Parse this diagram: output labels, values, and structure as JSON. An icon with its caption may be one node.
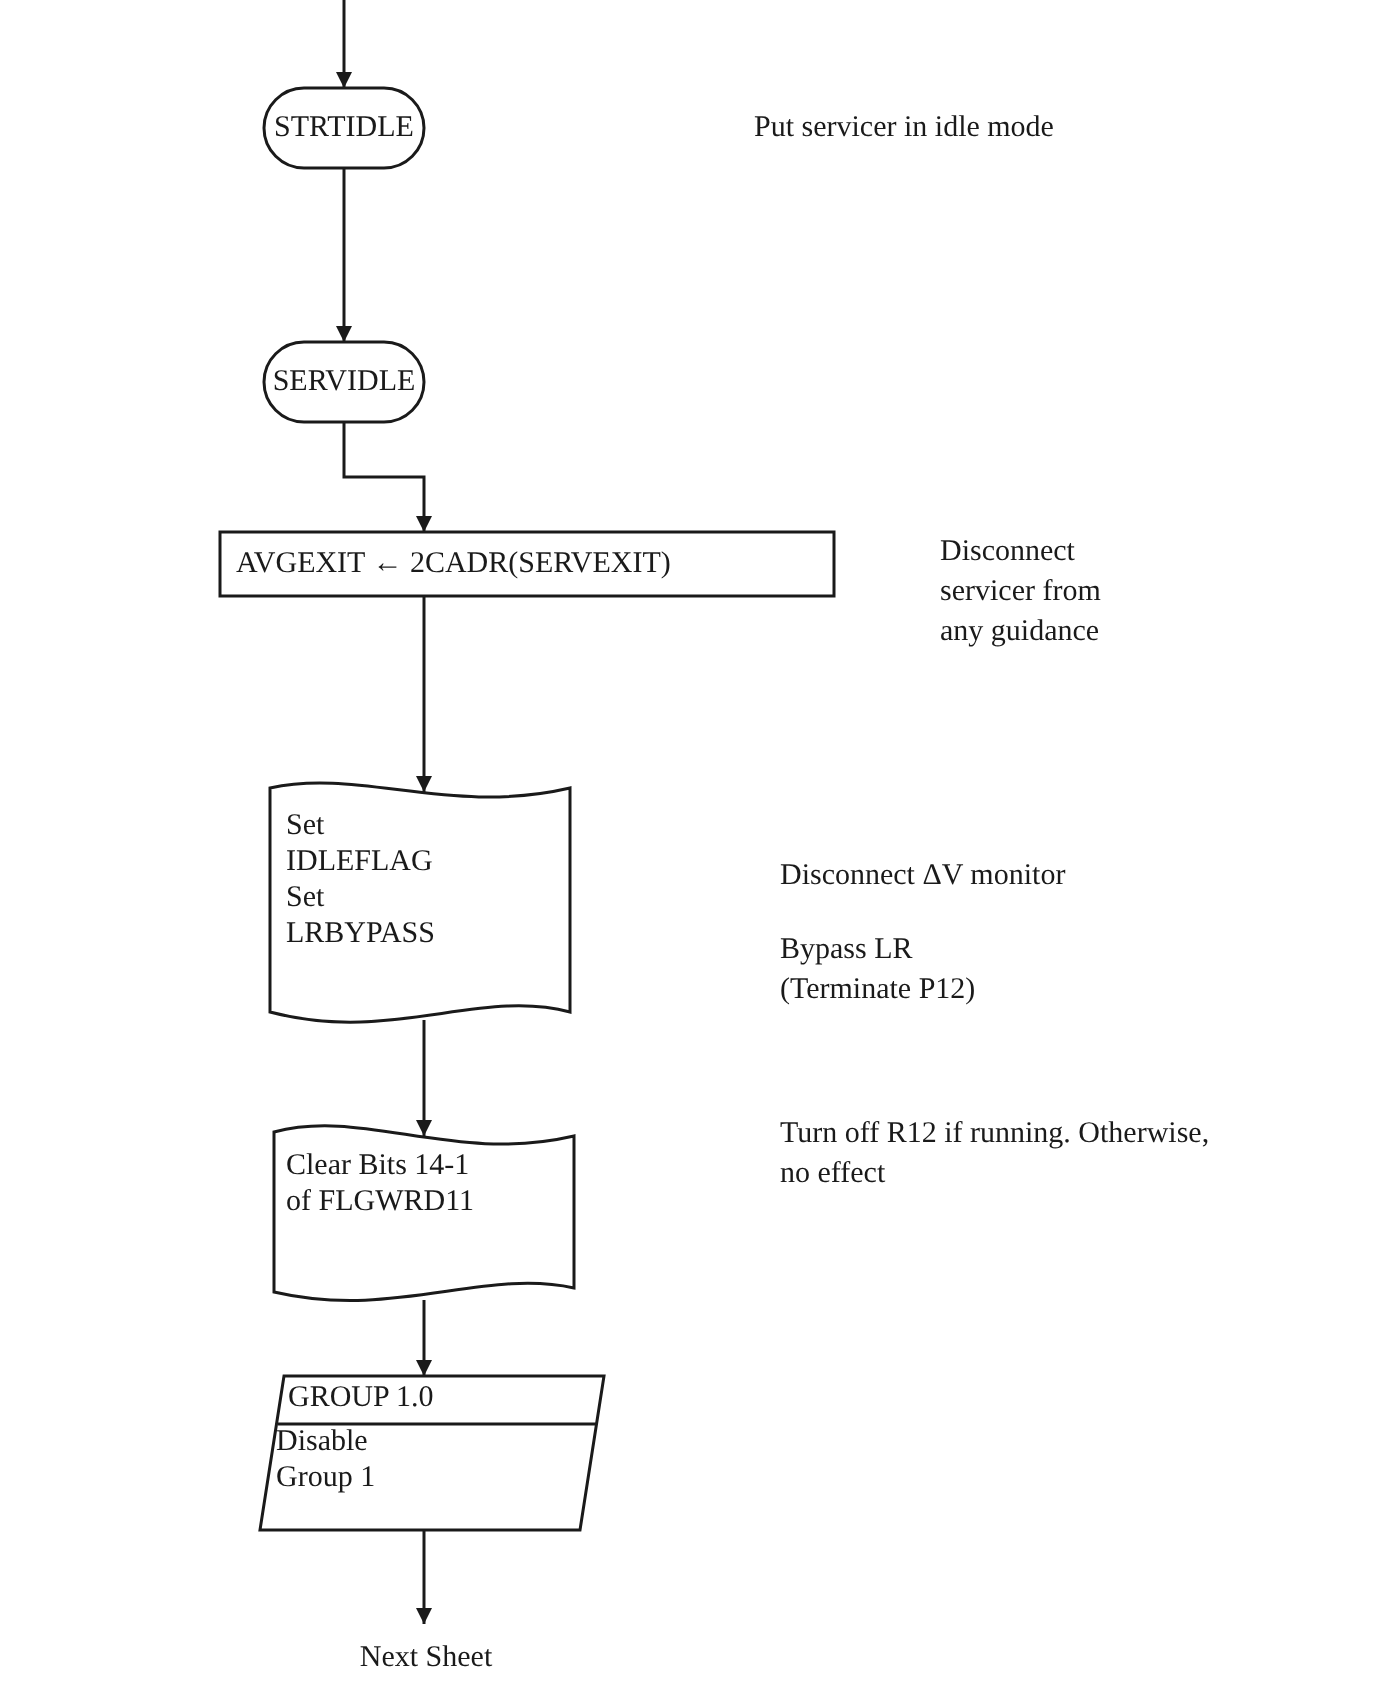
{
  "diagram": {
    "nodes": [
      {
        "text": [
          "STRTIDLE"
        ]
      },
      {
        "text": [
          "SERVIDLE"
        ]
      },
      {
        "text": [
          "AVGEXIT ← 2CADR(SERVEXIT)"
        ]
      },
      {
        "text": [
          "Set IDLEFLAG",
          "Set LRBYPASS"
        ]
      },
      {
        "text": [
          "Clear Bits 14-1 of FLGWRD11"
        ]
      },
      {
        "text": [
          "GROUP 1.0",
          "Disable Group 1"
        ]
      },
      {
        "text": [
          "Next Sheet"
        ]
      }
    ],
    "edges": [
      {
        "from": null,
        "to": 0,
        "arrow": "to"
      },
      {
        "from": 0,
        "to": 1,
        "arrow": "to"
      },
      {
        "from": 1,
        "to": 2,
        "arrow": "to"
      },
      {
        "from": 2,
        "to": 3,
        "arrow": "to"
      },
      {
        "from": 3,
        "to": 4,
        "arrow": "to"
      },
      {
        "from": 4,
        "to": 5,
        "arrow": "to"
      },
      {
        "from": 5,
        "to": 6,
        "arrow": "to"
      }
    ],
    "labels": [
      "Put servicer in idle mode",
      "Disconnect servicer from any guidance",
      "Disconnect ΔV monitor",
      "Bypass LR (Terminate P12)",
      "Turn off R12 if running. Otherwise, no effect"
    ]
  }
}
